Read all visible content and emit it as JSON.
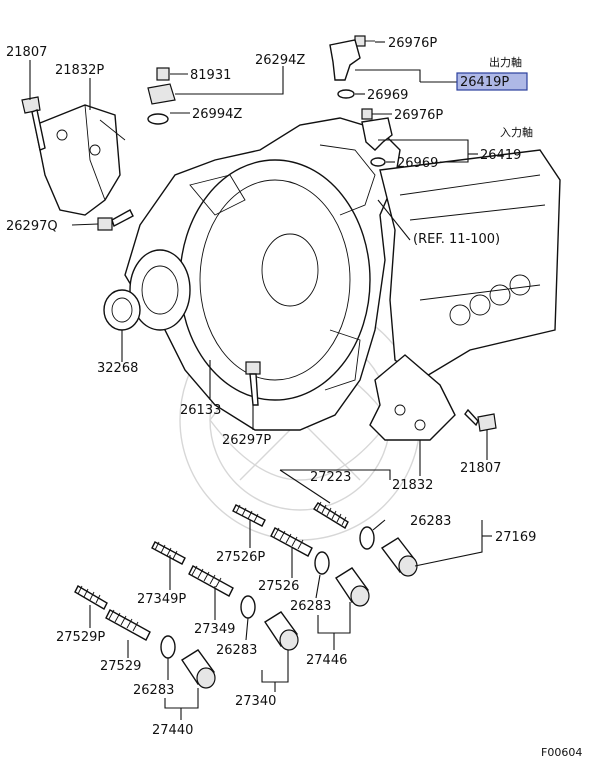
{
  "diagram": {
    "figure_code": "F00604",
    "ref_label": "(REF. 11-100)",
    "output_shaft_label": "出力軸",
    "input_shaft_label": "入力軸",
    "highlight_color": "#aeb8e6",
    "parts": {
      "p21807_top": "21807",
      "p21832P": "21832P",
      "p26297Q": "26297Q",
      "p81931": "81931",
      "p26294Z": "26294Z",
      "p26994Z": "26994Z",
      "p26976P_top": "26976P",
      "p26969_top": "26969",
      "p26419P": "26419P",
      "p26976P_mid": "26976P",
      "p26969_mid": "26969",
      "p26419": "26419",
      "p32268": "32268",
      "p26133": "26133",
      "p26297P": "26297P",
      "p21807_right": "21807",
      "p21832": "21832",
      "p27223": "27223",
      "p26283_a": "26283",
      "p27169": "27169",
      "p27526P": "27526P",
      "p27526": "27526",
      "p26283_b": "26283",
      "p27349P": "27349P",
      "p27349": "27349",
      "p27446": "27446",
      "p26283_c": "26283",
      "p27529P": "27529P",
      "p27529": "27529",
      "p27340": "27340",
      "p26283_d": "26283",
      "p27440": "27440"
    }
  }
}
